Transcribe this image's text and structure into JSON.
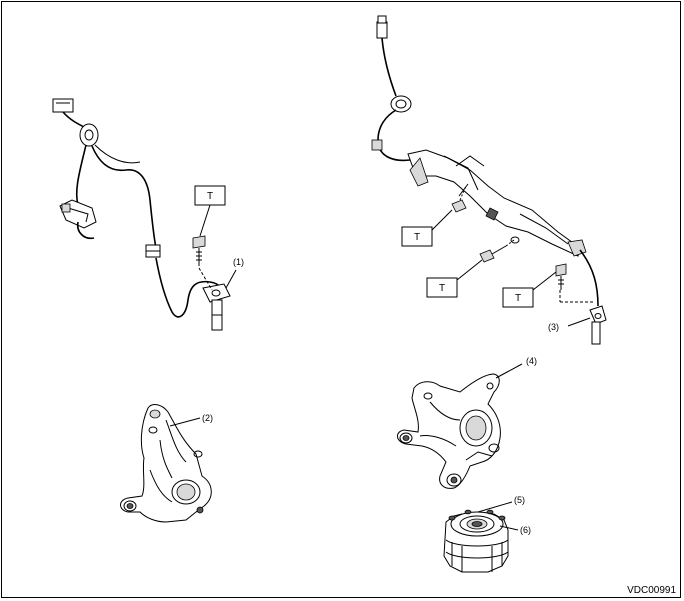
{
  "figure": {
    "code": "VDC00991",
    "torque_label": "T",
    "callouts": [
      "(1)",
      "(2)",
      "(3)",
      "(4)",
      "(5)",
      "(6)"
    ]
  }
}
